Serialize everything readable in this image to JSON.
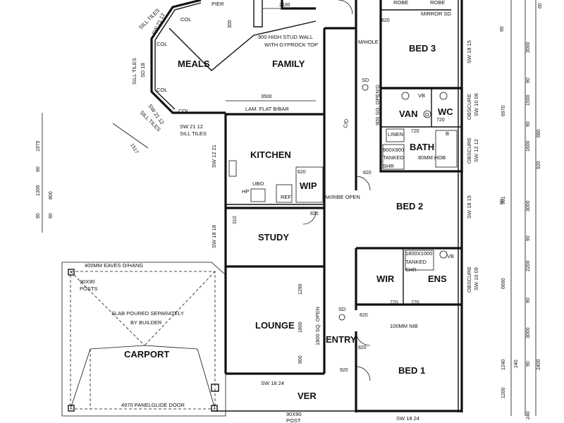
{
  "rooms": {
    "meals": "MEALS",
    "family": "FAMILY",
    "kitchen": "KITCHEN",
    "wip": "WIP",
    "study": "STUDY",
    "lounge": "LOUNGE",
    "entry": "ENTRY",
    "carport": "CARPORT",
    "ver": "VER",
    "bed3": "BED 3",
    "bed2": "BED 2",
    "bed1": "BED 1",
    "van": "VAN",
    "wc": "WC",
    "bath": "BATH",
    "wir": "WIR",
    "ens": "ENS"
  },
  "notes": {
    "pier": "PIER",
    "stud_wall_1": "900 HIGH STUD WALL",
    "stud_wall_2": "WITH GYPROCK TOP",
    "lam_flat": "LAM. FLAT B/BAR",
    "robe_1": "ROBE",
    "robe_2": "ROBE",
    "mirror_sd": "MIRROR SD",
    "m_hole": "M/HOLE",
    "vb_1": "VB",
    "vb_2": "VB",
    "linen": "LINEN",
    "hob": "80MM HOB",
    "tanked_1": "900X900",
    "tanked_2": "TANKED",
    "tanked_3": "SHR",
    "ubo": "UBO",
    "hp": "HP",
    "ref": "REF",
    "c_d": "C/D",
    "open_sq": "900 SQ. OPEN'G",
    "akribe_open": "AKRIBE OPEN",
    "eaves": "400MM EAVES O/HANG",
    "posts_1": "90X90",
    "posts_2": "POSTS",
    "slab_1": "SLAB POURED SEPARATELY",
    "slab_2": "BY BUILDER",
    "panelglide": "4970 PANELGLIDE DOOR",
    "post_1": "90X90",
    "post_2": "POST",
    "sq_open": "1800 SQ. OPEN",
    "nib": "100MM NIB",
    "ens_shr_1": "1800X1000",
    "ens_shr_2": "TANKED",
    "ens_shr_3": "SHR",
    "col_1": "COL",
    "col_2": "COL",
    "col_3": "COL",
    "col_4": "COL",
    "sill_1": "SILL TILES",
    "sill_2": "SILL TILES",
    "sill_3": "SILL TILES",
    "sill_4": "SILL TILES",
    "smoke_1": "SD",
    "smoke_2": "SD",
    "d_mark": "D",
    "b_mark": "B"
  },
  "window_codes": {
    "sw_21_12_a": "SW 21 12",
    "sd_18": "SD 18",
    "sw_21_12_b": "SW 21 12",
    "sw_21_12_c": "SW 21 12",
    "sw_12_21": "SW 12 21",
    "sw_18_18": "SW 18 18",
    "sw_18_24_front": "SW 18 24",
    "sw_18_15_a": "SW 18 15",
    "sw_10_06": "SW 10 06",
    "sw_12_12": "SW 12 12",
    "sw_18_15_b": "SW 18 15",
    "sw_10_09": "SW 10 09",
    "sw_18_24_bed1": "SW 18 24",
    "obscure_1": "OBSCURE",
    "obscure_2": "OBSCURE",
    "obscure_3": "OBSCURE"
  },
  "dimensions": {
    "d_2100": "2100",
    "d_300": "300",
    "d_3500": "3500",
    "d_1517": "1517",
    "d_620": "620",
    "d_820_a": "820",
    "d_820_b": "820",
    "d_820_c": "820",
    "d_820_d": "820",
    "d_820_e": "820",
    "d_720_a": "720",
    "d_720_b": "720",
    "d_720_c": "720",
    "d_720_d": "720",
    "d_920": "920",
    "d_310": "310",
    "d_1290": "1290",
    "d_1800": "1800",
    "d_900": "900",
    "left_1975": "1975",
    "left_90_a": "90",
    "left_1300": "1300",
    "left_800": "800",
    "left_90_b": "90",
    "left_90_c": "90",
    "right_90_a": "90",
    "right_3000_a": "3000",
    "right_90_b": "90",
    "right_1500": "1500",
    "right_680": "680",
    "right_1600": "1600",
    "right_90_c": "90",
    "right_920": "920",
    "right_901": "901",
    "right_3000_b": "3000",
    "right_90_d": "90",
    "right_2200": "2200",
    "right_90_e": "90",
    "right_3000_c": "3000",
    "right_90_f": "90",
    "right_6970": "6970",
    "right_6690": "6690",
    "right_1240_a": "1240",
    "right_1200": "1200",
    "right_240_a": "240",
    "right_240_b": "240",
    "right_2400": "2400",
    "right_90_g": "90",
    "right_60": "60"
  }
}
